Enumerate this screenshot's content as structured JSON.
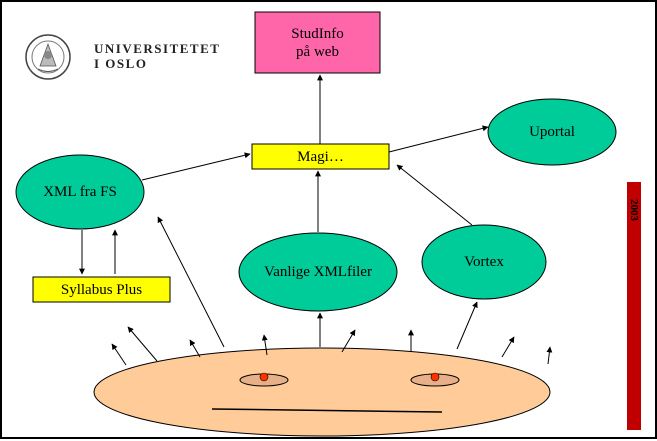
{
  "logo": {
    "line1": "UNIVERSITETET",
    "line2": "I OSLO",
    "seal_icon": "university-seal-icon"
  },
  "nodes": {
    "studinfo": {
      "label": "StudInfo\npå web",
      "color": "#ff66aa"
    },
    "magi": {
      "label": "Magi…",
      "color": "#ffff00"
    },
    "uportal": {
      "label": "Uportal",
      "color": "#00cc99"
    },
    "xml_fra_fs": {
      "label": "XML fra FS",
      "color": "#00cc99"
    },
    "syllabus": {
      "label": "Syllabus Plus",
      "color": "#ffff00"
    },
    "vanlige": {
      "label": "Vanlige XMLfiler",
      "color": "#00cc99"
    },
    "vortex": {
      "label": "Vortex",
      "color": "#00cc99"
    }
  },
  "face_color": "#ffcc99",
  "sidebar": {
    "year": "2003",
    "color": "#c00000"
  }
}
